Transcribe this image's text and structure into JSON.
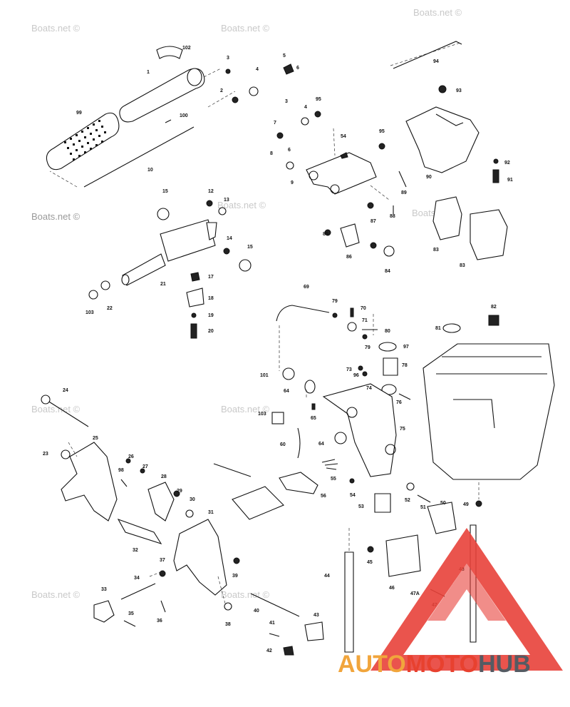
{
  "watermark": {
    "text": "Boats.net ©"
  },
  "logo": {
    "part1": "AUTO",
    "part2": "MOTO",
    "part3": "HUB",
    "colors": {
      "auto": "#f1a53c",
      "moto": "#e8412f",
      "hub": "#555b63",
      "triangle": "#e8413a"
    }
  },
  "callouts": [
    "102",
    "1",
    "3",
    "4",
    "5",
    "6",
    "99",
    "100",
    "2",
    "10",
    "95",
    "3",
    "4",
    "7",
    "6",
    "54",
    "95",
    "8",
    "9",
    "94",
    "93",
    "92",
    "91",
    "90",
    "89",
    "88",
    "87",
    "85",
    "86",
    "83",
    "84",
    "83",
    "12",
    "13",
    "15",
    "14",
    "15",
    "21",
    "17",
    "18",
    "19",
    "20",
    "22",
    "103",
    "69",
    "79",
    "70",
    "71",
    "80",
    "79",
    "97",
    "82",
    "81",
    "101",
    "73",
    "96",
    "78",
    "74",
    "76",
    "64",
    "65",
    "103",
    "75",
    "60",
    "64",
    "55",
    "56",
    "54",
    "52",
    "51",
    "49",
    "50",
    "53",
    "24",
    "25",
    "23",
    "26",
    "27",
    "98",
    "28",
    "29",
    "30",
    "31",
    "32",
    "37",
    "39",
    "34",
    "33",
    "35",
    "36",
    "38",
    "40",
    "41",
    "43",
    "42",
    "44",
    "45",
    "46",
    "47A",
    "47",
    "48"
  ]
}
